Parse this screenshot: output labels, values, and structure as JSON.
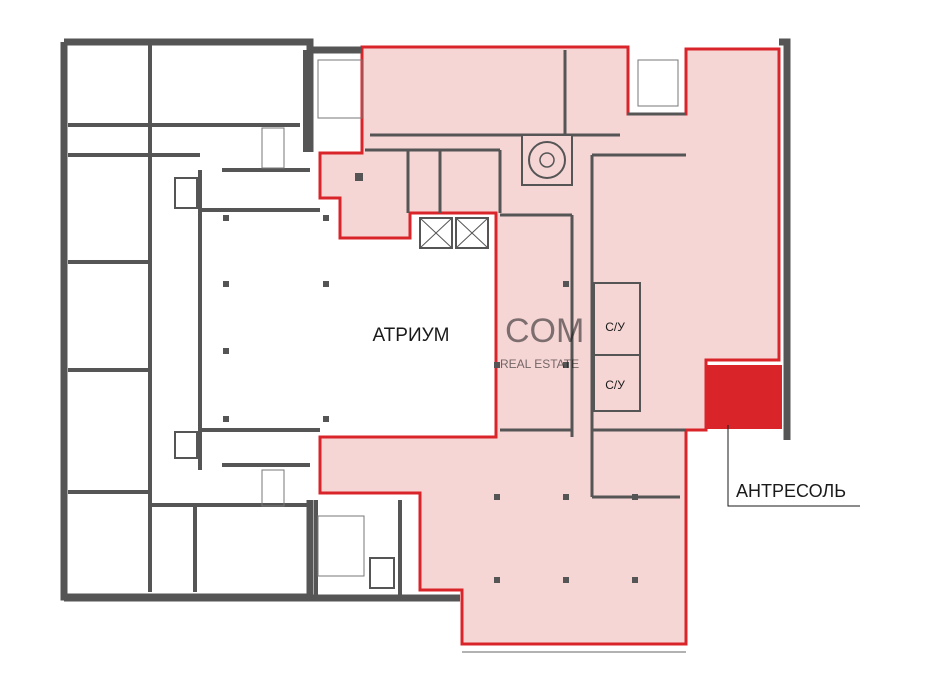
{
  "plan": {
    "atrium_label": "АТРИУМ",
    "mezzanine_label": "АНТРЕСОЛЬ",
    "wc_labels": [
      "С/У",
      "С/У"
    ],
    "watermark_text": "COM",
    "watermark_sub": "REAL ESTATE"
  },
  "colors": {
    "wall": "#555555",
    "highlight_fill": "#f6d5d5",
    "highlight_border": "#d9252a",
    "mezzanine_fill": "#d9252a",
    "label_text": "#1a1a1a"
  }
}
